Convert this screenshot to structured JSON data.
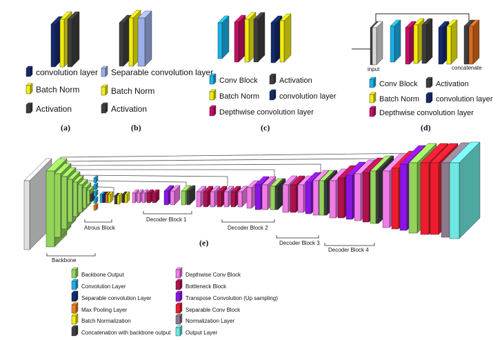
{
  "colors": {
    "conv": "#152a6e",
    "bn": "#f2ec0c",
    "act": "#3e3e3e",
    "sep": "#9aaee8",
    "convblock": "#1ab0e8",
    "dw": "#c40f63",
    "input": "#d9d9d9",
    "concat": "#d9691c",
    "backbone": "#93d35a",
    "bottleneck": "#b1104f",
    "transpose": "#8a14e6",
    "sepconv": "#ee1c2e",
    "norm": "#8a7a8c",
    "output": "#6de8e0",
    "maxpool": "#f07f1e",
    "dwblock": "#f07be6",
    "backbone_input": "#e0e0e0"
  },
  "panel_a": {
    "caption": "(a)",
    "legend": [
      {
        "label": "convolution layer",
        "color": "conv"
      },
      {
        "label": "Batch Norm",
        "color": "bn"
      },
      {
        "label": "Activation",
        "color": "act"
      }
    ]
  },
  "panel_b": {
    "caption": "(b)",
    "legend": [
      {
        "label": "Separable convolution layer",
        "color": "sep"
      },
      {
        "label": "Batch Norm",
        "color": "bn"
      },
      {
        "label": "Activation",
        "color": "act"
      }
    ]
  },
  "panel_c": {
    "caption": "(c)",
    "legend": [
      {
        "label": "Conv Block",
        "color": "convblock"
      },
      {
        "label": "Activation",
        "color": "act"
      },
      {
        "label": "Batch Norm",
        "color": "bn"
      },
      {
        "label": "convolution layer",
        "color": "conv"
      },
      {
        "label": "Depthwise convolution layer",
        "color": "dw"
      }
    ]
  },
  "panel_d": {
    "caption": "(d)",
    "input_label": "input",
    "concat_label": "concatenate",
    "legend": [
      {
        "label": "Conv Block",
        "color": "convblock"
      },
      {
        "label": "Activation",
        "color": "act"
      },
      {
        "label": "Batch Norm",
        "color": "bn"
      },
      {
        "label": "convolution layer",
        "color": "conv"
      },
      {
        "label": "Depthwise convolution layer",
        "color": "dw"
      }
    ]
  },
  "panel_e": {
    "caption": "(e)",
    "groups": {
      "backbone": "Backbone",
      "atrous": "Atrous Block",
      "dec1": "Decoder Block 1",
      "dec2": "Decoder Block 2",
      "dec3": "Decoder Block 3",
      "dec4": "Decoder Block 4"
    },
    "legend_left": [
      {
        "label": "Backbone Output",
        "color": "backbone"
      },
      {
        "label": "Convolution Layer",
        "color": "convblock"
      },
      {
        "label": "Separable convolution Layer",
        "color": "conv"
      },
      {
        "label": "Max Pooling Layer",
        "color": "maxpool"
      },
      {
        "label": "Batch Normalization",
        "color": "bn"
      },
      {
        "label": "Concatenation with backbone output",
        "color": "act"
      }
    ],
    "legend_right": [
      {
        "label": "Depthwise Conv Block",
        "color": "dwblock"
      },
      {
        "label": "Bottleneck Block",
        "color": "bottleneck"
      },
      {
        "label": "Transpose Convolution (Up sampling)",
        "color": "transpose"
      },
      {
        "label": "Separable Conv Block",
        "color": "sepconv"
      },
      {
        "label": "Normalization Layer",
        "color": "norm"
      },
      {
        "label": "Output Layer",
        "color": "output"
      }
    ]
  }
}
